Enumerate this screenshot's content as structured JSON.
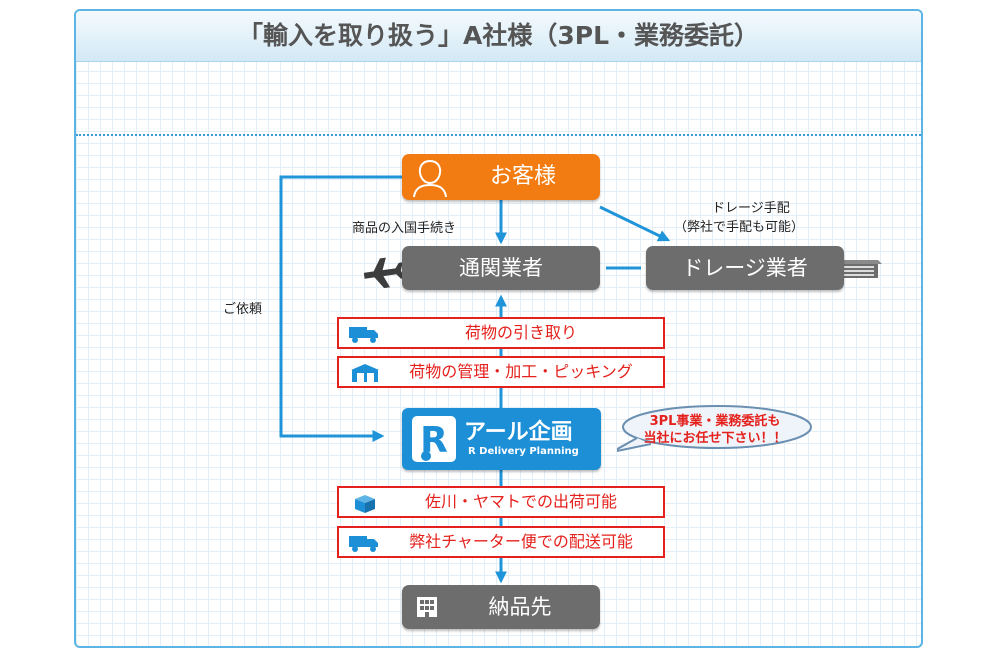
{
  "title": "「輸入を取り扱う」A社様（3PL・業務委託）",
  "nodes": {
    "client": "お客様",
    "customs": "通関業者",
    "drayage": "ドレージ業者",
    "destination": "納品先"
  },
  "labels": {
    "import_procedure": "商品の入国手続き",
    "request": "ご依頼",
    "drayage_arrangement": "ドレージ手配",
    "drayage_note": "（弊社で手配も可能）"
  },
  "services": [
    "荷物の引き取り",
    "荷物の管理・加工・ピッキング",
    "佐川・ヤマトでの出荷可能",
    "弊社チャーター便での配送可能"
  ],
  "company": {
    "name_ja": "アール企画",
    "name_en": "R Delivery Planning"
  },
  "bubble": {
    "line1": "3PL事業・業務委託も",
    "line2": "当社にお任せ下さい！！"
  },
  "icons": [
    "person-icon",
    "airplane-icon",
    "building-icon",
    "truck-icon",
    "warehouse-icon",
    "box-icon",
    "bundle-truck-icon",
    "office-building-icon"
  ],
  "colors": {
    "accent_blue": "#1d8fd6",
    "orange": "#f37c12",
    "grey": "#6d6d6d",
    "red": "#e4211c"
  }
}
